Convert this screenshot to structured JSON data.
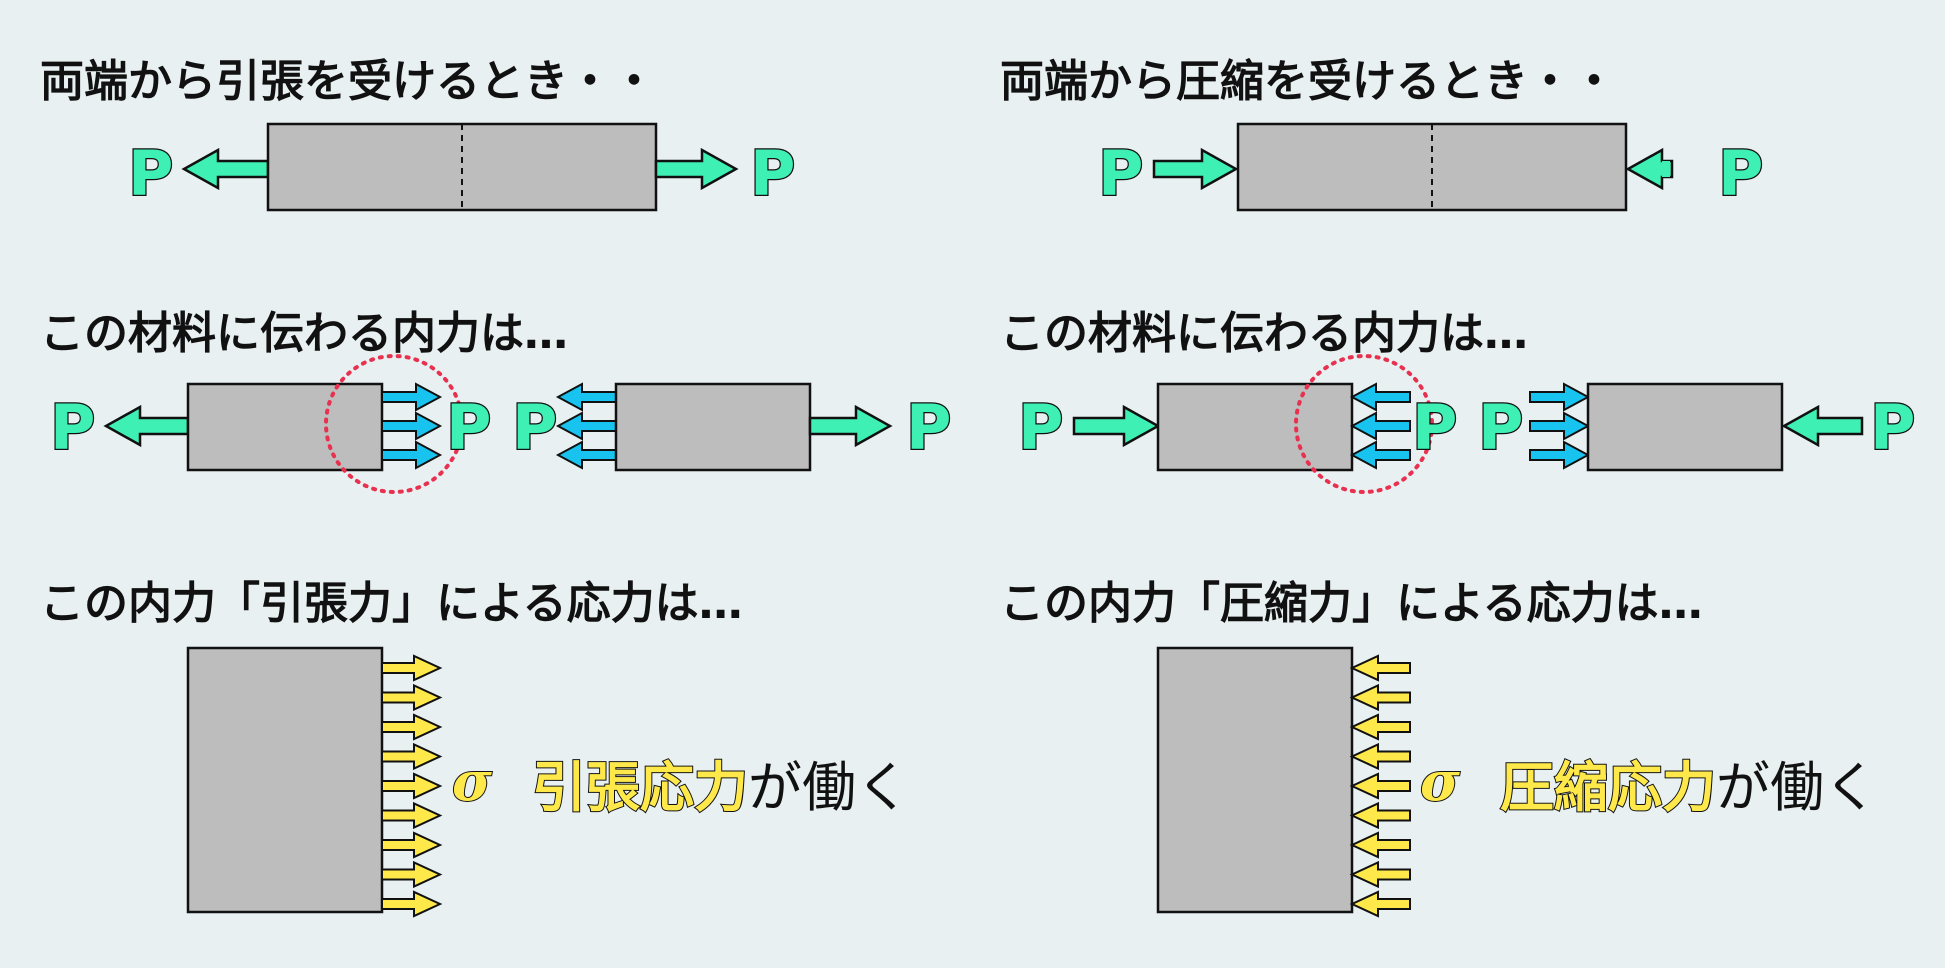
{
  "left_panel": {
    "heading_case": "両端から引張を受けるとき・・",
    "heading_internal": "この材料に伝わる内力は…",
    "heading_stress": "この内力「引張力」による応力は…",
    "load_label": "P",
    "sigma_label": "σ",
    "stress_highlight": "引張応力",
    "stress_rest": "が働く"
  },
  "right_panel": {
    "heading_case": "両端から圧縮を受けるとき・・",
    "heading_internal": "この材料に伝わる内力は…",
    "heading_stress": "この内力「圧縮力」による応力は…",
    "load_label": "P",
    "sigma_label": "σ",
    "stress_highlight": "圧縮応力",
    "stress_rest": "が働く"
  },
  "colors": {
    "background": "#e8f0f2",
    "bar_fill": "#bdbdbd",
    "load_arrow": "#3ff0b4",
    "internal_arrow": "#18c4ef",
    "stress_arrow": "#ffe94a",
    "highlight_circle": "#e8304f"
  }
}
